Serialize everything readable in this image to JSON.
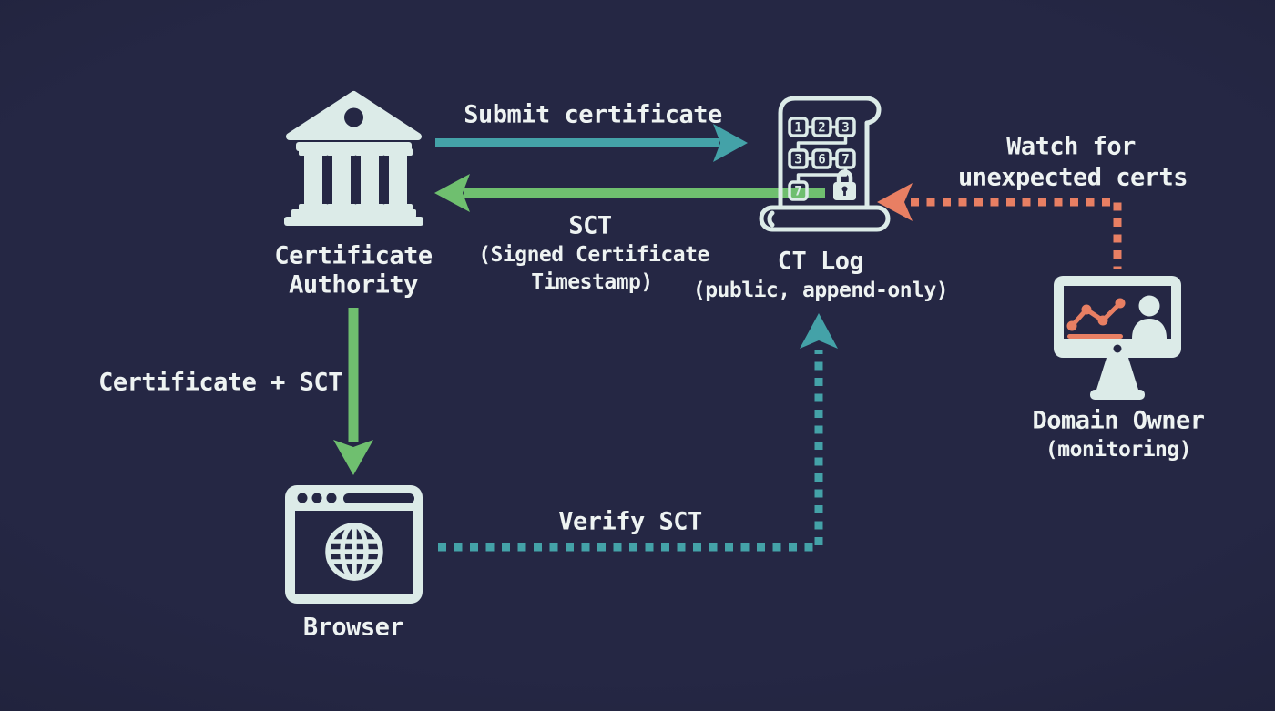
{
  "title": "Certificate Transparency flow diagram",
  "colors": {
    "background": "#252744",
    "background_edge": "#1b1d33",
    "icon": "#dcebe8",
    "text": "#eef3f2",
    "teal": "#44a2a8",
    "green": "#6fbf6f",
    "salmon": "#e87f63"
  },
  "nodes": {
    "certificate_authority": {
      "icon": "bank-icon",
      "label_line1": "Certificate",
      "label_line2": "Authority"
    },
    "ct_log": {
      "icon": "scroll-icon",
      "label": "CT Log",
      "sublabel": "(public, append-only)",
      "tree_leaves": [
        "1",
        "2",
        "3",
        "3",
        "6",
        "7",
        "7"
      ]
    },
    "domain_owner": {
      "icon": "monitor-icon",
      "label": "Domain Owner",
      "sublabel": "(monitoring)"
    },
    "browser": {
      "icon": "browser-icon",
      "label": "Browser"
    }
  },
  "edges": {
    "submit_certificate": {
      "from": "certificate_authority",
      "to": "ct_log",
      "style": "solid",
      "color": "#44a2a8",
      "label": "Submit certificate"
    },
    "sct": {
      "from": "ct_log",
      "to": "certificate_authority",
      "style": "solid",
      "color": "#6fbf6f",
      "label": "SCT",
      "sublabel_line1": "(Signed Certificate",
      "sublabel_line2": "Timestamp)"
    },
    "certificate_plus_sct": {
      "from": "certificate_authority",
      "to": "browser",
      "style": "solid",
      "color": "#6fbf6f",
      "label": "Certificate + SCT"
    },
    "verify_sct": {
      "from": "browser",
      "to": "ct_log",
      "style": "dotted",
      "color": "#44a2a8",
      "label": "Verify SCT"
    },
    "watch_for_unexpected_certs": {
      "from": "domain_owner",
      "to": "ct_log",
      "style": "dotted",
      "color": "#e87f63",
      "label_line1": "Watch for",
      "label_line2": "unexpected certs"
    }
  }
}
